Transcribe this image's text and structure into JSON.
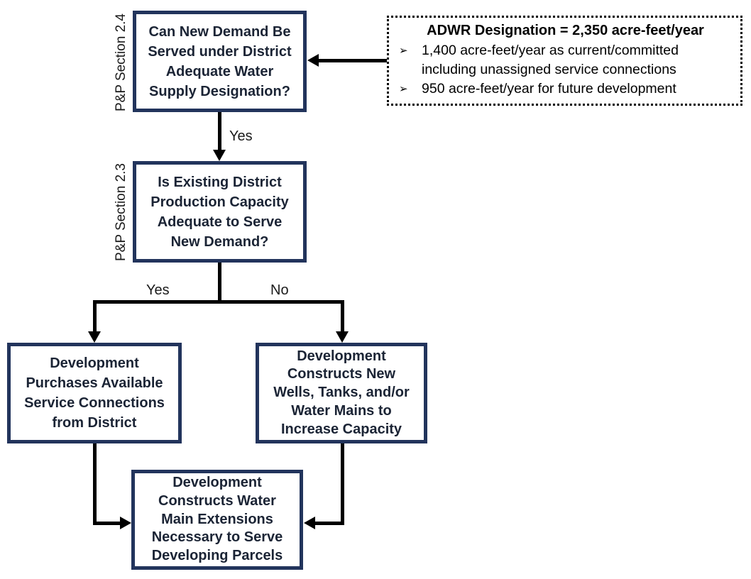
{
  "diagram": {
    "colors": {
      "box_border": "#22345c",
      "box_text": "#1b2435",
      "line": "#000000",
      "label_text": "#1a1a1a",
      "background": "#ffffff"
    },
    "section_labels": {
      "top_box": "P&P Section 2.4",
      "middle_box": "P&P Section 2.3"
    },
    "nodes": {
      "demand_question": "Can New Demand Be\nServed under District\nAdequate Water\nSupply Designation?",
      "capacity_question": "Is Existing District\nProduction Capacity\nAdequate to Serve\nNew Demand?",
      "purchase_connections": "Development\nPurchases Available\nService Connections\nfrom District",
      "construct_wells": "Development\nConstructs New\nWells, Tanks, and/or\nWater Mains to\nIncrease Capacity",
      "construct_mains": "Development\nConstructs Water\nMain Extensions\nNecessary to Serve\nDeveloping Parcels"
    },
    "adwr_note": {
      "title": "ADWR Designation = 2,350 acre-feet/year",
      "bullet_marker": "➢",
      "bullets": [
        "1,400 acre-feet/year as current/committed\nincluding unassigned service connections",
        "950 acre-feet/year for future development"
      ]
    },
    "edge_labels": {
      "yes_top": "Yes",
      "yes_branch": "Yes",
      "no_branch": "No"
    }
  }
}
